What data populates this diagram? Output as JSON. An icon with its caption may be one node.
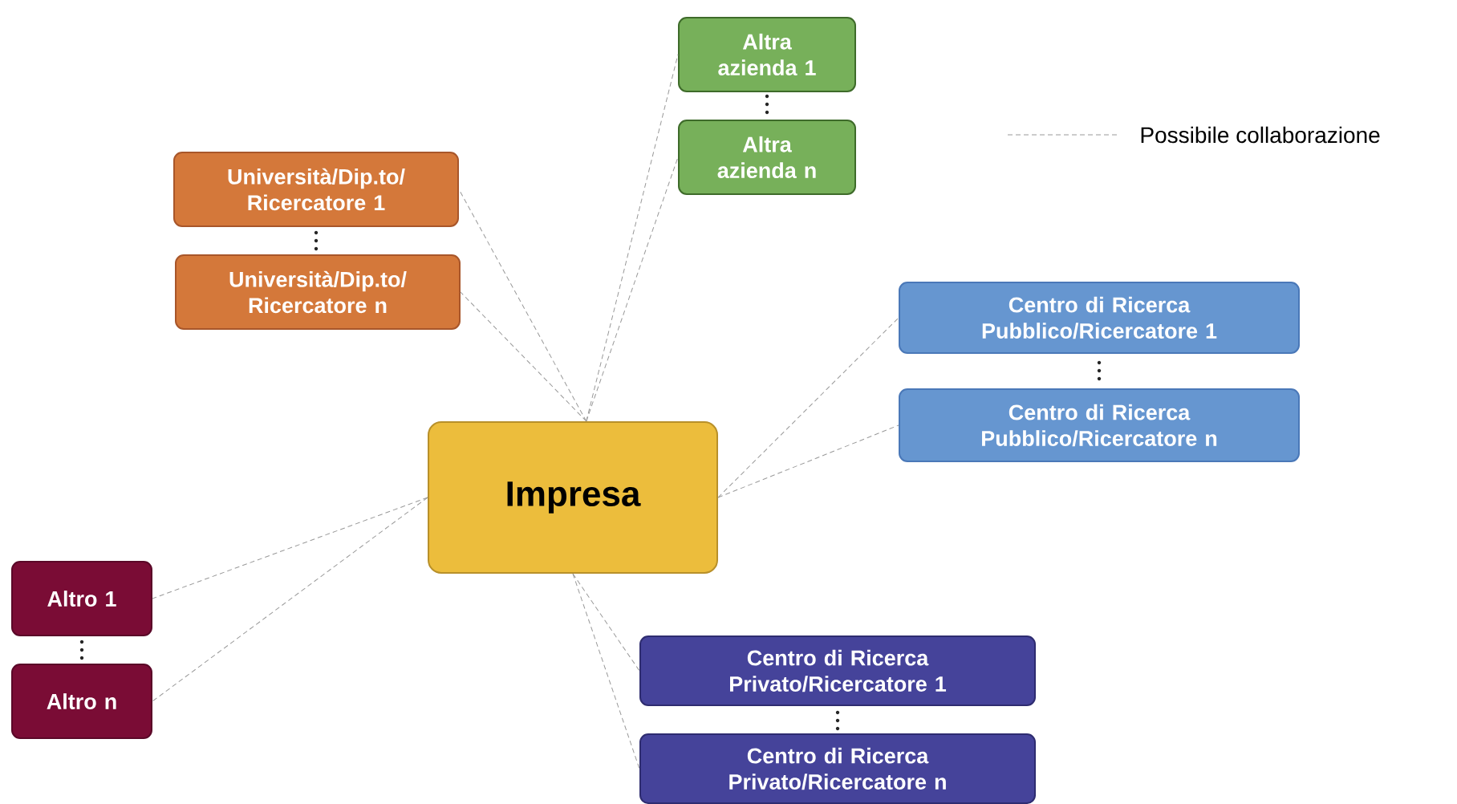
{
  "diagram": {
    "nodes": [
      {
        "text": [
          "Altra azienda 1"
        ]
      },
      {
        "text": [
          "Altra azienda n"
        ]
      },
      {
        "text": [
          "Università/Dip.to/ Ricercatore 1"
        ]
      },
      {
        "text": [
          "Università/Dip.to/ Ricercatore n"
        ]
      },
      {
        "text": [
          "Centro di Ricerca Pubblico/Ricercatore 1"
        ]
      },
      {
        "text": [
          "Centro di Ricerca Pubblico/Ricercatore n"
        ]
      },
      {
        "text": [
          "Impresa"
        ]
      },
      {
        "text": [
          "Altro 1"
        ]
      },
      {
        "text": [
          "Altro n"
        ]
      },
      {
        "text": [
          "Centro di Ricerca Privato/Ricercatore 1"
        ]
      },
      {
        "text": [
          "Centro di Ricerca Privato/Ricercatore n"
        ]
      }
    ],
    "edges": [
      {
        "from": 6,
        "to": 0,
        "arrow": "none",
        "style": "dashed"
      },
      {
        "from": 6,
        "to": 1,
        "arrow": "none",
        "style": "dashed"
      },
      {
        "from": 6,
        "to": 2,
        "arrow": "none",
        "style": "dashed"
      },
      {
        "from": 6,
        "to": 3,
        "arrow": "none",
        "style": "dashed"
      },
      {
        "from": 6,
        "to": 4,
        "arrow": "none",
        "style": "dashed"
      },
      {
        "from": 6,
        "to": 5,
        "arrow": "none",
        "style": "dashed"
      },
      {
        "from": 6,
        "to": 7,
        "arrow": "none",
        "style": "dashed"
      },
      {
        "from": 6,
        "to": 8,
        "arrow": "none",
        "style": "dashed"
      },
      {
        "from": 6,
        "to": 9,
        "arrow": "none",
        "style": "dashed"
      },
      {
        "from": 6,
        "to": 10,
        "arrow": "none",
        "style": "dashed"
      }
    ],
    "legend": [
      {
        "text": "Possibile collaborazione"
      }
    ]
  }
}
